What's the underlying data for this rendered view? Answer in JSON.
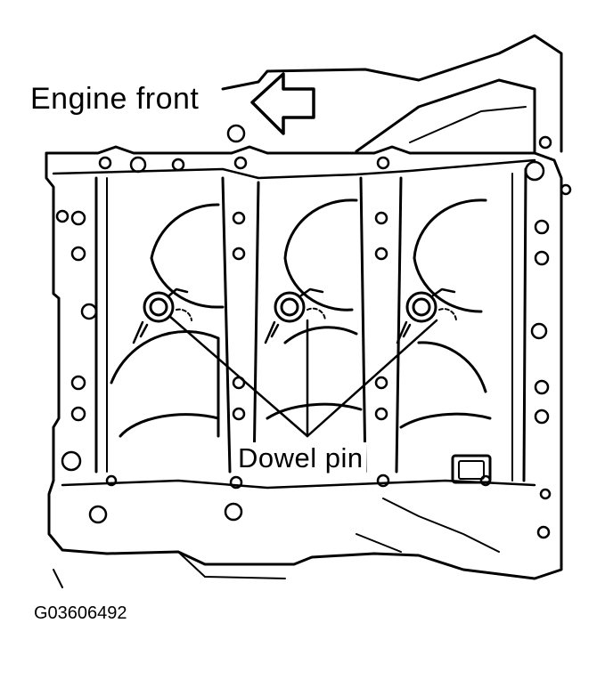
{
  "labels": {
    "direction": "Engine front",
    "callout": "Dowel pin",
    "figure_code": "G03606492"
  },
  "colors": {
    "line": "#000000",
    "background": "#ffffff"
  },
  "icons": {
    "direction_arrow": "left-arrow-outline"
  }
}
